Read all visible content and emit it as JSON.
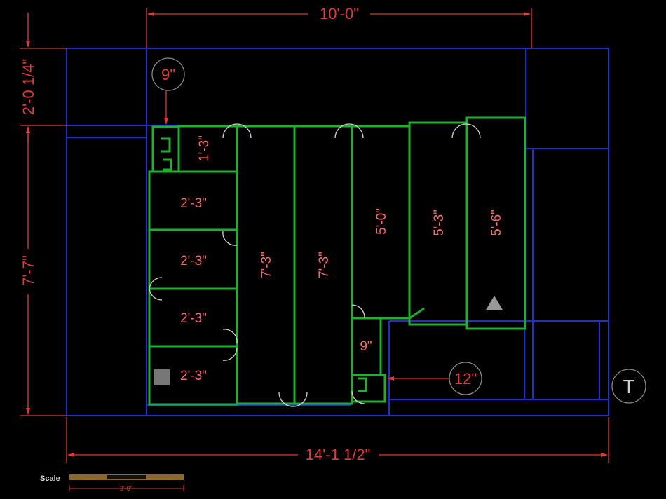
{
  "dimensions": {
    "top_width": "10'-0\"",
    "bottom_width": "14'-1 1/2\"",
    "left_upper": "2'-0 1/4\"",
    "left_lower": "7'-7\"",
    "callout_top": "9\"",
    "callout_right": "12\"",
    "corner_gap": "1'-3\"",
    "bottom_small": "9\""
  },
  "shelves": {
    "left_1": "2'-3\"",
    "left_2": "2'-3\"",
    "left_3": "2'-3\"",
    "left_4": "2'-3\"",
    "mid_1": "7'-3\"",
    "mid_2": "7'-3\"",
    "right_1": "5'-0\"",
    "right_2": "5'-3\"",
    "right_3": "5'-6\""
  },
  "symbol_t": "T",
  "scale": {
    "label": "Scale",
    "value": "3'-0\""
  },
  "colors": {
    "wall": "#1f2fd6",
    "shelving": "#1fb02f",
    "dimension": "#e03a3a",
    "background": "#000000"
  }
}
